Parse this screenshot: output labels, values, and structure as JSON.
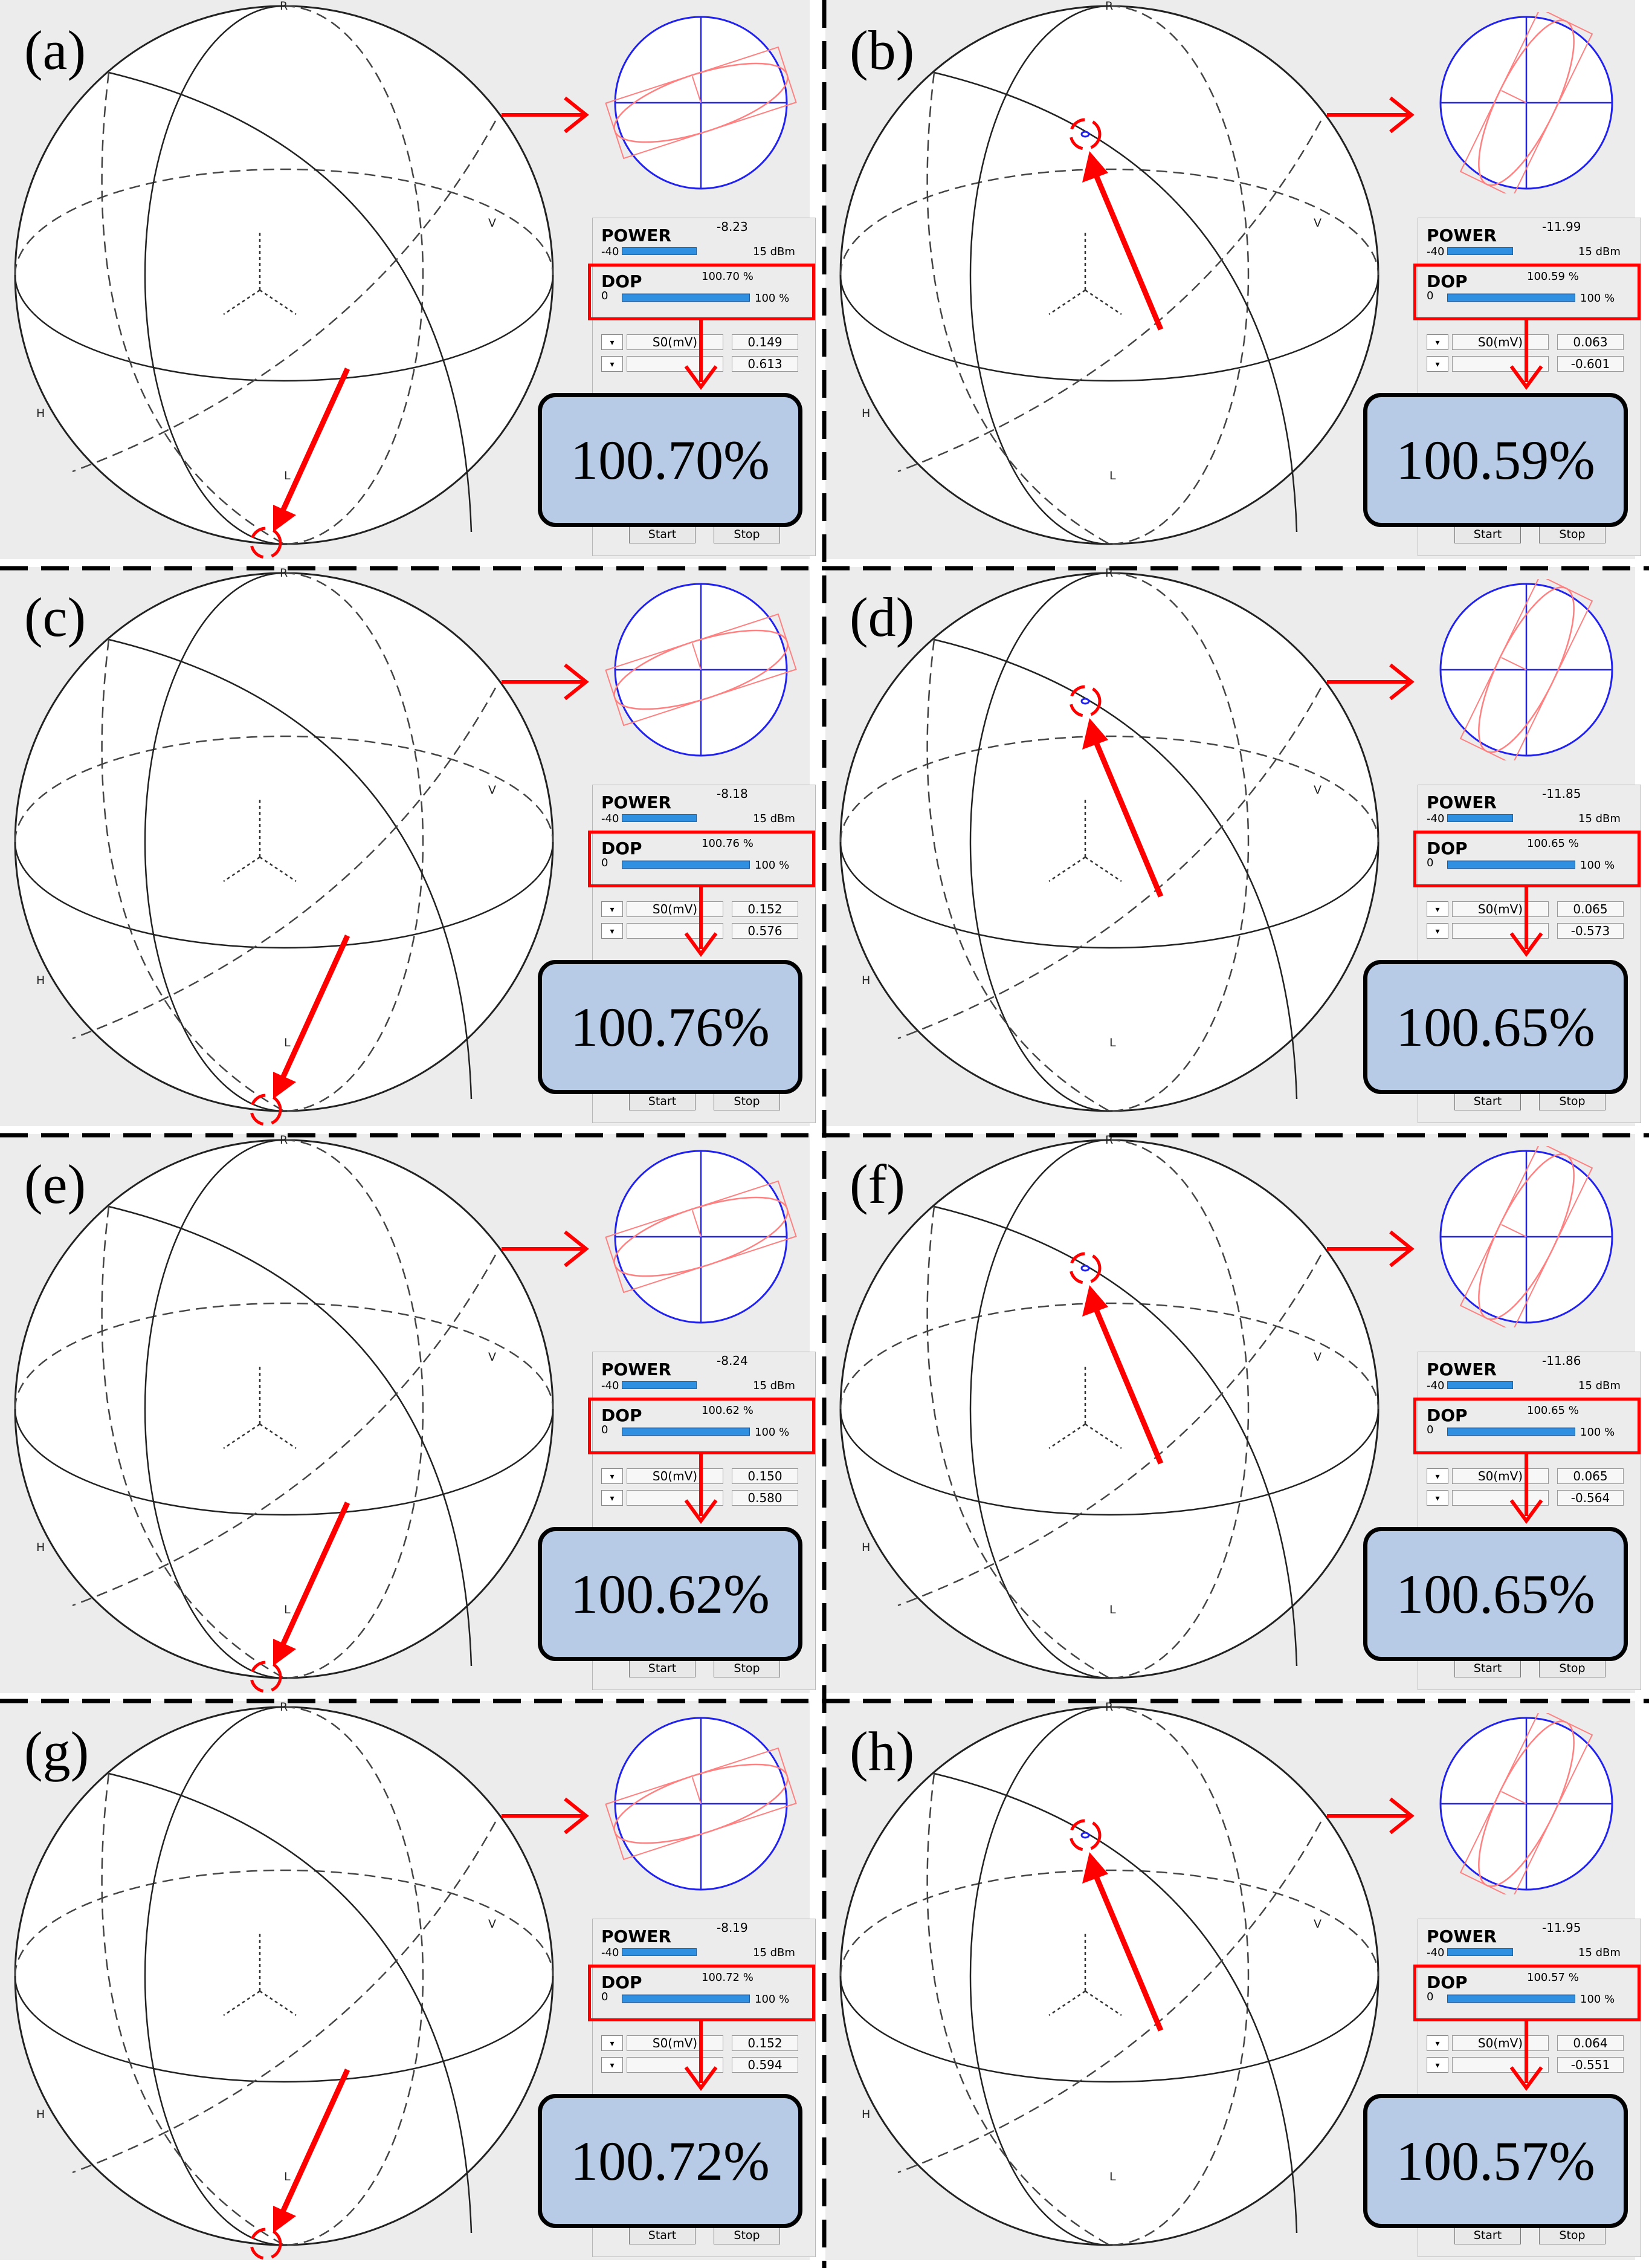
{
  "colors": {
    "annotation_red": "#ff0000",
    "value_box_fill": "#b7cbe6",
    "bar_blue": "#2f8fe0",
    "ellipse_axis_blue": "#2222ee",
    "ellipse_pink": "#ff8080"
  },
  "sphere_labels": {
    "top": "R",
    "right": "V",
    "left": "H",
    "bottom": "L"
  },
  "control_panel": {
    "power_title": "POWER",
    "power_min": "-40",
    "power_max": "15 dBm",
    "dop_title": "DOP",
    "dop_min": "0",
    "dop_max": "100 %",
    "s0_label": "S0(mV)",
    "dropdown_glyph": "▾",
    "start_button": "Start",
    "stop_button": "Stop"
  },
  "panels": [
    {
      "label": "(a)",
      "power_reading": "-8.23",
      "power_fill": 0.58,
      "dop_reading": "100.70 %",
      "s0_value": "0.149",
      "s1_value": "0.613",
      "dop_value": "100.70%"
    },
    {
      "label": "(b)",
      "power_reading": "-11.99",
      "power_fill": 0.51,
      "dop_reading": "100.59 %",
      "s0_value": "0.063",
      "s1_value": "-0.601",
      "dop_value": "100.59%"
    },
    {
      "label": "(c)",
      "power_reading": "-8.18",
      "power_fill": 0.58,
      "dop_reading": "100.76 %",
      "s0_value": "0.152",
      "s1_value": "0.576",
      "dop_value": "100.76%"
    },
    {
      "label": "(d)",
      "power_reading": "-11.85",
      "power_fill": 0.51,
      "dop_reading": "100.65 %",
      "s0_value": "0.065",
      "s1_value": "-0.573",
      "dop_value": "100.65%"
    },
    {
      "label": "(e)",
      "power_reading": "-8.24",
      "power_fill": 0.58,
      "dop_reading": "100.62 %",
      "s0_value": "0.150",
      "s1_value": "0.580",
      "dop_value": "100.62%"
    },
    {
      "label": "(f)",
      "power_reading": "-11.86",
      "power_fill": 0.51,
      "dop_reading": "100.65 %",
      "s0_value": "0.065",
      "s1_value": "-0.564",
      "dop_value": "100.65%"
    },
    {
      "label": "(g)",
      "power_reading": "-8.19",
      "power_fill": 0.58,
      "dop_reading": "100.72 %",
      "s0_value": "0.152",
      "s1_value": "0.594",
      "dop_value": "100.72%"
    },
    {
      "label": "(h)",
      "power_reading": "-11.95",
      "power_fill": 0.51,
      "dop_reading": "100.57 %",
      "s0_value": "0.064",
      "s1_value": "-0.551",
      "dop_value": "100.57%"
    }
  ]
}
